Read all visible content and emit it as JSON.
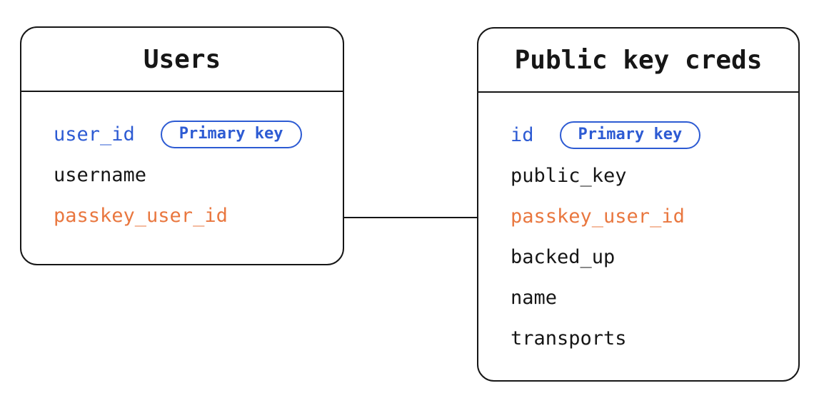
{
  "diagram": {
    "tables": [
      {
        "title": "Users",
        "fields": [
          {
            "name": "user_id",
            "color": "blue",
            "badge": "Primary key"
          },
          {
            "name": "username",
            "color": "black"
          },
          {
            "name": "passkey_user_id",
            "color": "orange"
          }
        ]
      },
      {
        "title": "Public key creds",
        "fields": [
          {
            "name": "id",
            "color": "blue",
            "badge": "Primary key"
          },
          {
            "name": "public_key",
            "color": "black"
          },
          {
            "name": "passkey_user_id",
            "color": "orange"
          },
          {
            "name": "backed_up",
            "color": "black"
          },
          {
            "name": "name",
            "color": "black"
          },
          {
            "name": "transports",
            "color": "black"
          }
        ]
      }
    ],
    "relationship": {
      "from": "Users.passkey_user_id",
      "to": "Public key creds.passkey_user_id"
    },
    "palette": {
      "blue": "#2d5bd3",
      "orange": "#e9773f",
      "black": "#161616"
    },
    "colors": {
      "line": "#161616",
      "background": "#ffffff"
    }
  }
}
